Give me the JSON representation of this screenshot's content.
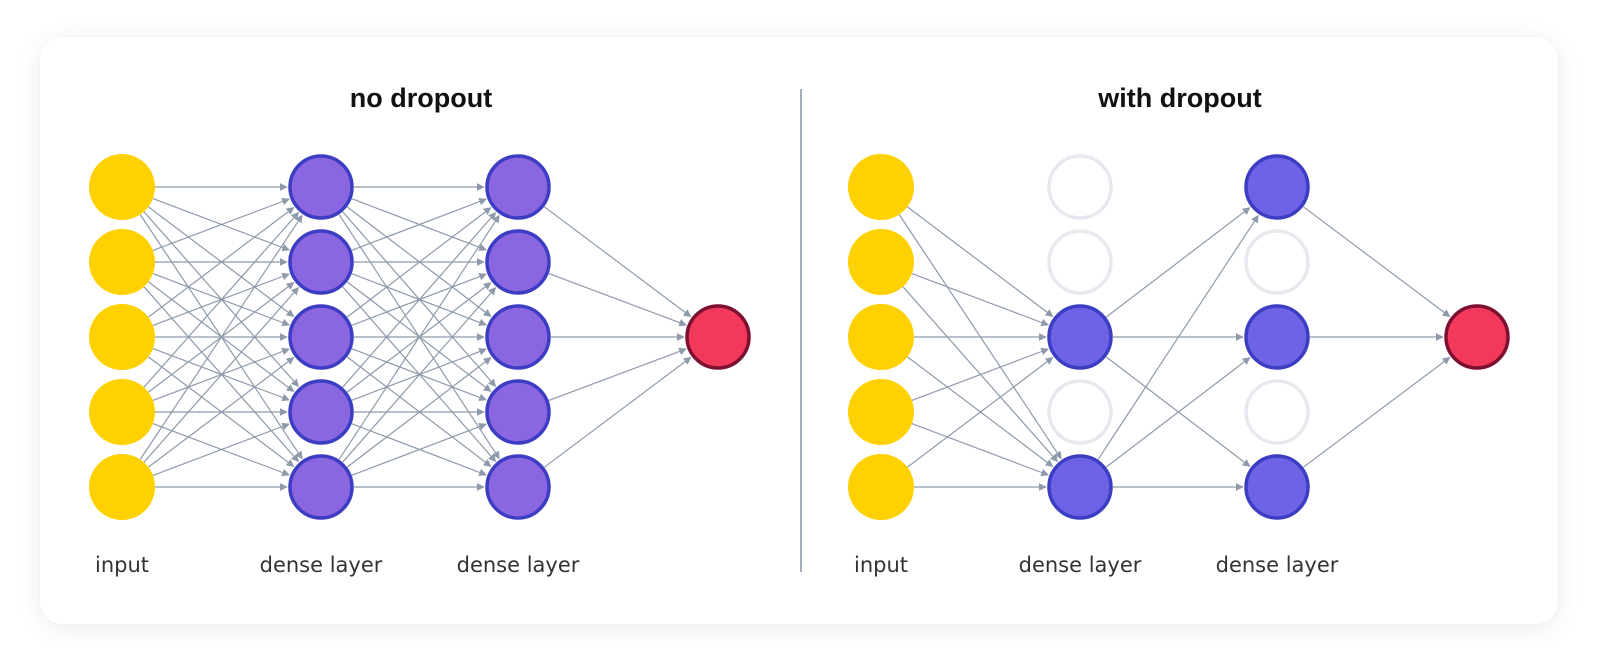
{
  "panels": [
    {
      "title": "no dropout",
      "layers": [
        {
          "label": "input",
          "kind": "input",
          "active": [
            true,
            true,
            true,
            true,
            true
          ]
        },
        {
          "label": "dense layer",
          "kind": "dense",
          "active": [
            true,
            true,
            true,
            true,
            true
          ]
        },
        {
          "label": "dense layer",
          "kind": "dense",
          "active": [
            true,
            true,
            true,
            true,
            true
          ]
        },
        {
          "label": "",
          "kind": "output",
          "active": [
            true
          ]
        }
      ],
      "connections": "full"
    },
    {
      "title": "with dropout",
      "layers": [
        {
          "label": "input",
          "kind": "input",
          "active": [
            true,
            true,
            true,
            true,
            true
          ]
        },
        {
          "label": "dense layer",
          "kind": "dense",
          "active": [
            false,
            false,
            true,
            false,
            true
          ]
        },
        {
          "label": "dense layer",
          "kind": "dense",
          "active": [
            true,
            false,
            true,
            false,
            true
          ]
        },
        {
          "label": "",
          "kind": "output",
          "active": [
            true
          ]
        }
      ],
      "connections": "active-only"
    }
  ],
  "colors": {
    "input_fill": "#FFD100",
    "dense_fill_no_dropout": "#8A66E0",
    "dense_fill_dropout": "#6E63E6",
    "dense_stroke": "#3D3DC4",
    "dropped_stroke": "#E6E9EE",
    "output_fill": "#F2395B",
    "output_stroke": "#7D1030",
    "edge": "#8E9AAB",
    "divider": "#8E9AAB"
  }
}
